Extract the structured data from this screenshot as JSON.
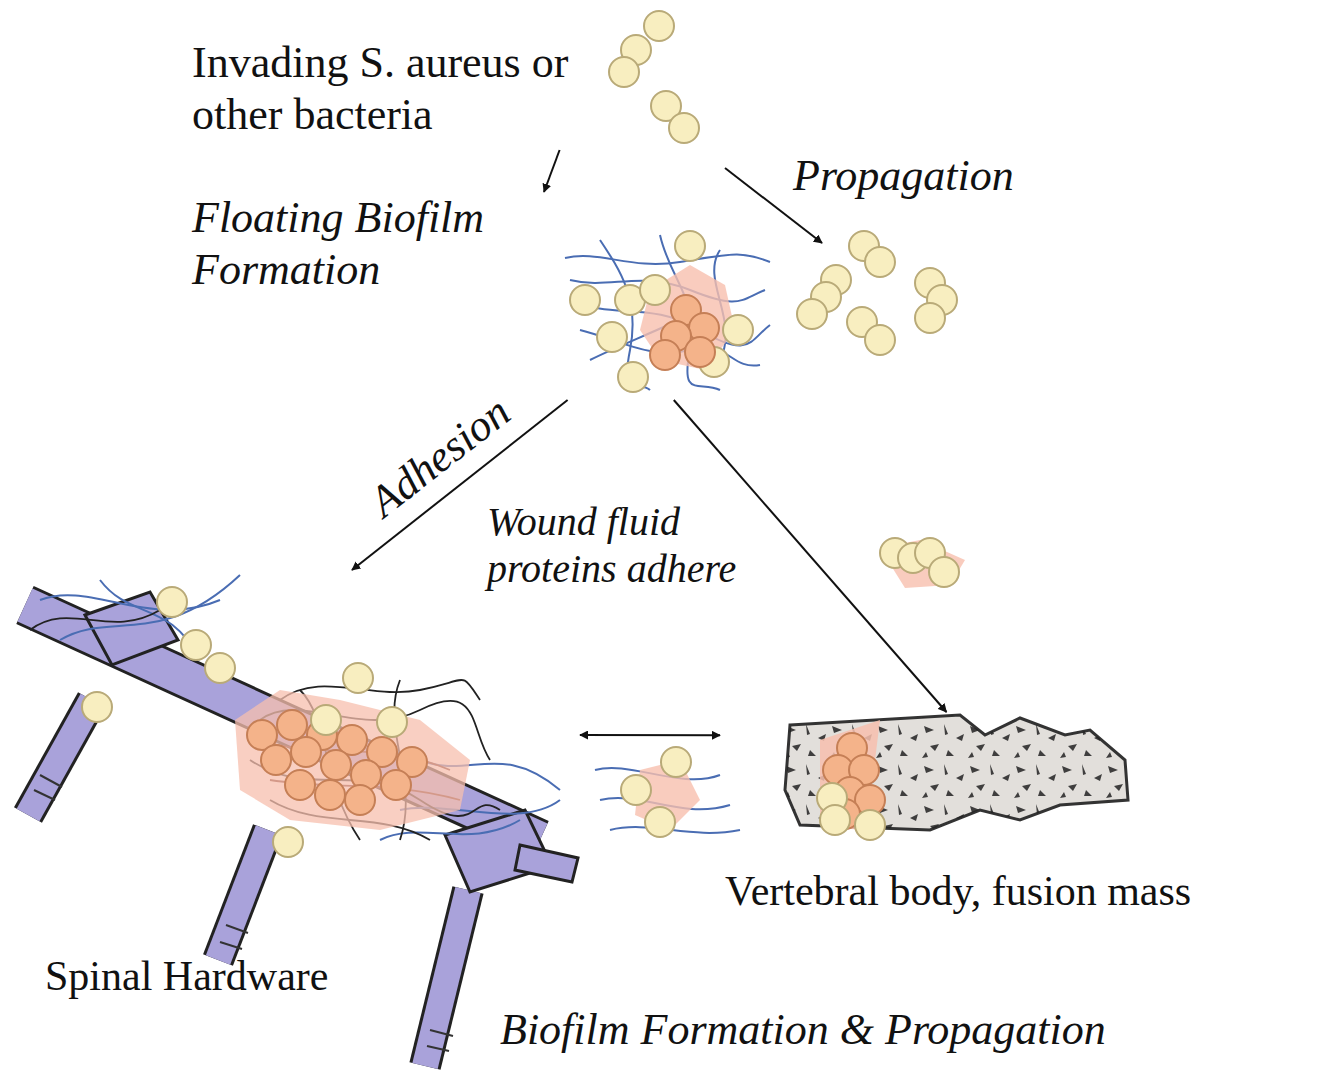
{
  "diagram": {
    "nodes": [
      {
        "text": [
          "Invading S. aureus or other bacteria"
        ]
      },
      {
        "text": [
          "Floating Biofilm Formation"
        ]
      },
      {
        "text": [
          "Spinal Hardware"
        ]
      },
      {
        "text": [
          "Vertebral body, fusion mass"
        ]
      }
    ],
    "edges": [
      {
        "from": 0,
        "to": 1,
        "arrow": "to"
      },
      {
        "from": 1,
        "to": 2,
        "label": "Adhesion",
        "arrow": "to"
      },
      {
        "from": 1,
        "to": 3,
        "arrow": "to"
      },
      {
        "from": 2,
        "to": 3,
        "arrow": "both"
      }
    ],
    "labels": [
      "Propagation",
      "Wound fluid proteins adhere",
      "Biofilm Formation & Propagation"
    ]
  }
}
